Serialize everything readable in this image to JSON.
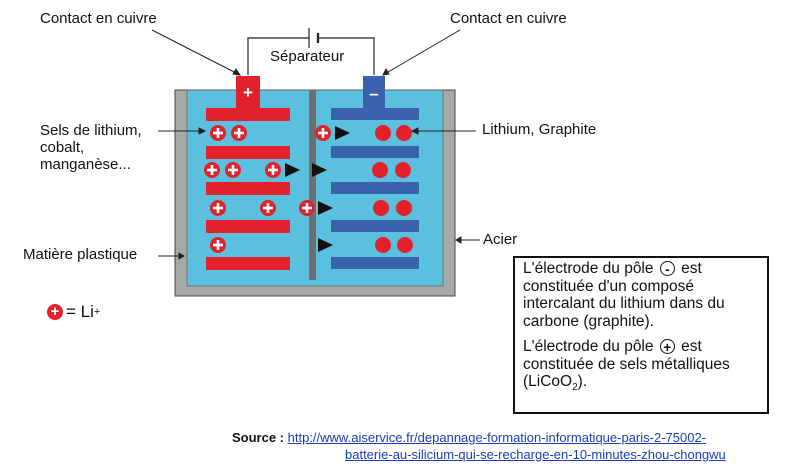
{
  "labels": {
    "contact_left": "Contact en cuivre",
    "contact_right": "Contact en cuivre",
    "separator": "Séparateur",
    "salts": "Sels de lithium, cobalt, manganèse...",
    "plastic": "Matière plastique",
    "lithium_graphite": "Lithium, Graphite",
    "steel": "Acier",
    "plus_sign": "+",
    "minus_sign": "–"
  },
  "legend": {
    "symbol": "+",
    "equals": "=",
    "ion": "Li",
    "charge": "+"
  },
  "infobox": {
    "p1_before": "L'électrode du pôle",
    "p1_symbol": "-",
    "p1_after": "est constituée d'un composé intercalant du lithium dans du carbone (graphite).",
    "p2_before": "L'électrode du pôle",
    "p2_symbol": "+",
    "p2_after_1": "est constituée de sels métalliques (LiCoO",
    "p2_subscript": "2",
    "p2_after_2": ")."
  },
  "source": {
    "label": "Source :",
    "url_line1": "http://www.aiservice.fr/depannage-formation-informatique-paris-2-75002-",
    "url_line2": "batterie-au-silicium-qui-se-recharge-en-10-minutes-zhou-chongwu"
  },
  "colors": {
    "electrolyte": "#5bc0de",
    "casing": "#a7a9a7",
    "positive_electrode": "#e3212d",
    "negative_electrode": "#3a62ad",
    "separator": "#6e7070",
    "ion": "#e3212d"
  }
}
